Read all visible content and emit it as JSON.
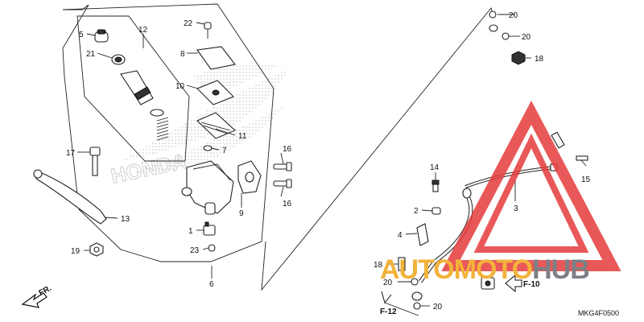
{
  "colors": {
    "watermark_red": "#e63b3b",
    "watermark_gray": "#7c7f86",
    "watermark_gold": "#f2b23a",
    "line": "#222222",
    "honda_logo": "#c9c9c9"
  },
  "callouts": {
    "c22": "22",
    "c5": "5",
    "c12": "12",
    "c21": "21",
    "c8": "8",
    "c10": "10",
    "c11": "11",
    "c7": "7",
    "c17": "17",
    "c16a": "16",
    "c16b": "16",
    "c9": "9",
    "c13": "13",
    "c1": "1",
    "c19": "19",
    "c23": "23",
    "c6": "6",
    "c20a": "20",
    "c20b": "20",
    "c18a": "18",
    "c15": "15",
    "c14": "14",
    "c3": "3",
    "c2": "2",
    "c4": "4",
    "c18b": "18",
    "c20c": "20",
    "c20d": "20"
  },
  "refs": {
    "fr": "FR.",
    "f10": "F-10",
    "f12": "F-12"
  },
  "drawing_code": "MKG4F0500",
  "watermark": {
    "part1": "AUTO",
    "part2": "MOTO",
    "part3": "HUB"
  }
}
